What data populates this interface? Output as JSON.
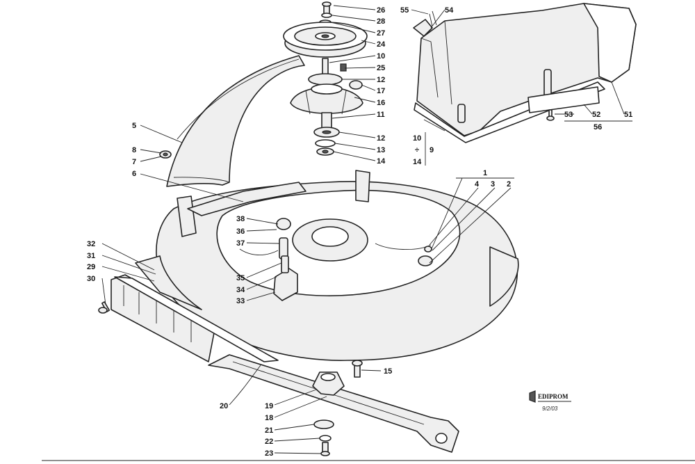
{
  "callouts": {
    "c26": "26",
    "c55": "55",
    "c54": "54",
    "c28": "28",
    "c27": "27",
    "c24": "24",
    "c10": "10",
    "c25": "25",
    "c12a": "12",
    "c17": "17",
    "c16": "16",
    "c11": "11",
    "c12b": "12",
    "c13": "13",
    "c14": "14",
    "c53": "53",
    "c52": "52",
    "c51": "51",
    "c56": "56",
    "c5": "5",
    "c8": "8",
    "c7": "7",
    "c6": "6",
    "c1": "1",
    "c4": "4",
    "c3": "3",
    "c2": "2",
    "c38": "38",
    "c36": "36",
    "c37": "37",
    "c32": "32",
    "c31": "31",
    "c29": "29",
    "c30": "30",
    "c35": "35",
    "c34": "34",
    "c33": "33",
    "c15": "15",
    "c20": "20",
    "c19": "19",
    "c18": "18",
    "c21": "21",
    "c22": "22",
    "c23": "23"
  },
  "range_group": {
    "from": "10",
    "divider": "÷",
    "to": "14",
    "result": "9"
  },
  "logo": {
    "brand": "EDIPROM",
    "code": "9/2/03"
  }
}
